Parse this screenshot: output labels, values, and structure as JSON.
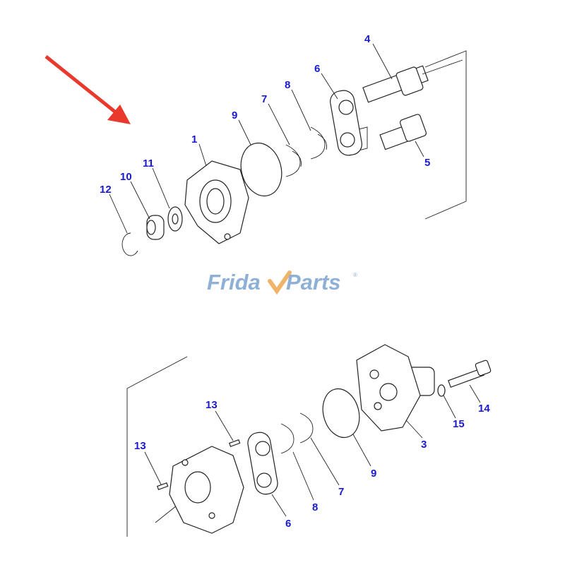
{
  "colors": {
    "label": "#1a1ad0",
    "arrow": "#e8392c",
    "logo_text": "#8fb0d6",
    "logo_check": "#f0b36a"
  },
  "watermark": {
    "logo_text_left": "Frida",
    "logo_text_right": "Parts",
    "registered": "®"
  },
  "upper_group": {
    "labels": [
      "4",
      "6",
      "8",
      "7",
      "9",
      "1",
      "11",
      "10",
      "12",
      "5"
    ]
  },
  "lower_group": {
    "labels": [
      "13",
      "13",
      "14",
      "15",
      "3",
      "9",
      "7",
      "8",
      "6"
    ]
  },
  "arrow_icon": "red-pointer-arrow"
}
